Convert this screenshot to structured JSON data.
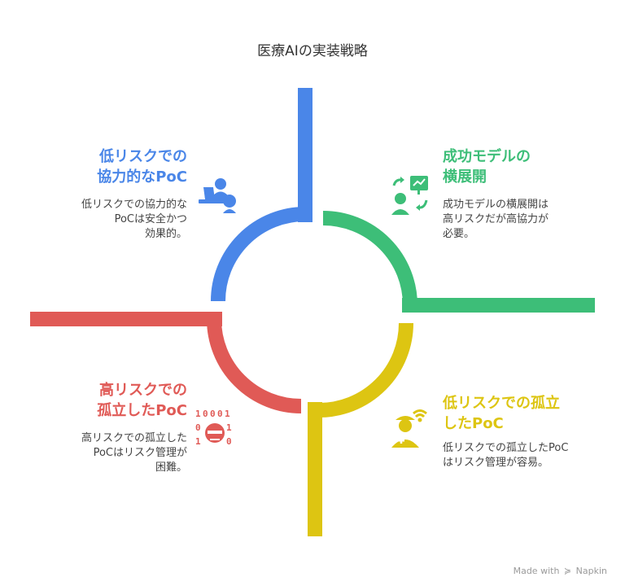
{
  "title": "医療AIの実装戦略",
  "quadrants": {
    "top_left": {
      "heading": [
        "低リスクでの",
        "協力的なPoC"
      ],
      "description": [
        "低リスクでの協力的な",
        "PoCは安全かつ",
        "効果的。"
      ],
      "color": "#4A86E8",
      "icon": "person-laptop-icon"
    },
    "top_right": {
      "heading": [
        "成功モデルの",
        "横展開"
      ],
      "description": [
        "成功モデルの横展開は",
        "高リスクだが高協力が",
        "必要。"
      ],
      "color": "#3DBE78",
      "icon": "presentation-exchange-icon"
    },
    "bottom_left": {
      "heading": [
        "高リスクでの",
        "孤立したPoC"
      ],
      "description": [
        "高リスクでの孤立した",
        "PoCはリスク管理が",
        "困難。"
      ],
      "color": "#E05A56",
      "icon": "hacker-binary-icon"
    },
    "bottom_right": {
      "heading": [
        "低リスクでの孤立",
        "したPoC"
      ],
      "description": [
        "低リスクでの孤立したPoC",
        "はリスク管理が容易。"
      ],
      "color": "#DDC512",
      "icon": "doctor-wifi-icon"
    }
  },
  "footer": {
    "made_with": "Made with",
    "brand": "Napkin"
  }
}
